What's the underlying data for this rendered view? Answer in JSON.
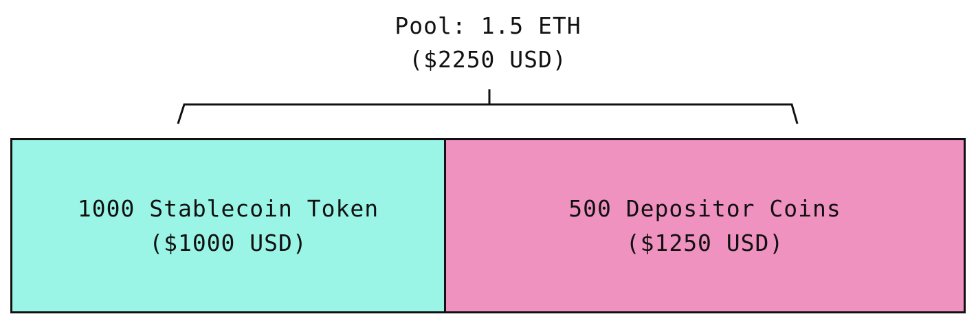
{
  "pool": {
    "line1": "Pool: 1.5 ETH",
    "line2": "($2250 USD)"
  },
  "segments": [
    {
      "line1": "1000 Stablecoin Token",
      "line2": "($1000 USD)",
      "color": "#9af5e6"
    },
    {
      "line1": "500 Depositor Coins",
      "line2": "($1250 USD)",
      "color": "#f092c0"
    }
  ],
  "colors": {
    "stroke": "#111111",
    "text": "#111111"
  }
}
